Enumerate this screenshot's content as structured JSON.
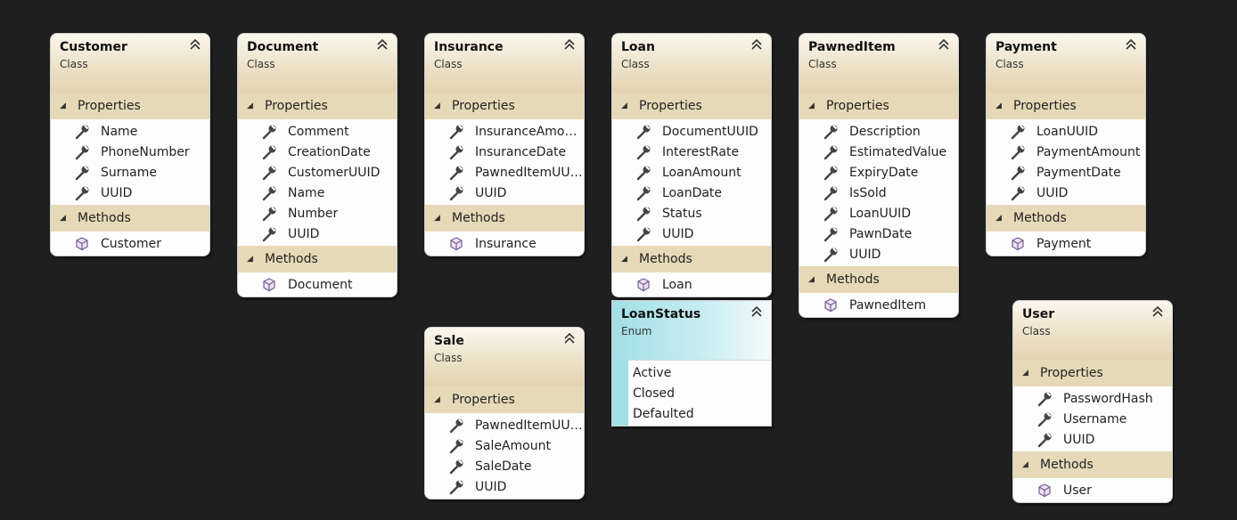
{
  "classes": [
    {
      "name": "Customer",
      "type": "Class",
      "properties": [
        "Name",
        "PhoneNumber",
        "Surname",
        "UUID"
      ],
      "methods": [
        "Customer"
      ]
    },
    {
      "name": "Document",
      "type": "Class",
      "properties": [
        "Comment",
        "CreationDate",
        "CustomerUUID",
        "Name",
        "Number",
        "UUID"
      ],
      "methods": [
        "Document"
      ]
    },
    {
      "name": "Insurance",
      "type": "Class",
      "properties": [
        "InsuranceAmou…",
        "InsuranceDate",
        "PawnedItemUU…",
        "UUID"
      ],
      "methods": [
        "Insurance"
      ]
    },
    {
      "name": "Loan",
      "type": "Class",
      "properties": [
        "DocumentUUID",
        "InterestRate",
        "LoanAmount",
        "LoanDate",
        "Status",
        "UUID"
      ],
      "methods": [
        "Loan"
      ]
    },
    {
      "name": "PawnedItem",
      "type": "Class",
      "properties": [
        "Description",
        "EstimatedValue",
        "ExpiryDate",
        "IsSold",
        "LoanUUID",
        "PawnDate",
        "UUID"
      ],
      "methods": [
        "PawnedItem"
      ]
    },
    {
      "name": "Payment",
      "type": "Class",
      "properties": [
        "LoanUUID",
        "PaymentAmount",
        "PaymentDate",
        "UUID"
      ],
      "methods": [
        "Payment"
      ]
    },
    {
      "name": "Sale",
      "type": "Class",
      "properties": [
        "PawnedItemUU…",
        "SaleAmount",
        "SaleDate",
        "UUID"
      ],
      "methods": []
    },
    {
      "name": "User",
      "type": "Class",
      "properties": [
        "PasswordHash",
        "Username",
        "UUID"
      ],
      "methods": [
        "User"
      ]
    }
  ],
  "enum": {
    "name": "LoanStatus",
    "type": "Enum",
    "values": [
      "Active",
      "Closed",
      "Defaulted"
    ]
  },
  "section_labels": {
    "properties": "Properties",
    "methods": "Methods"
  },
  "icons": {
    "property": "wrench-icon",
    "method": "cube-icon",
    "collapse": "double-chevron-up-icon"
  }
}
